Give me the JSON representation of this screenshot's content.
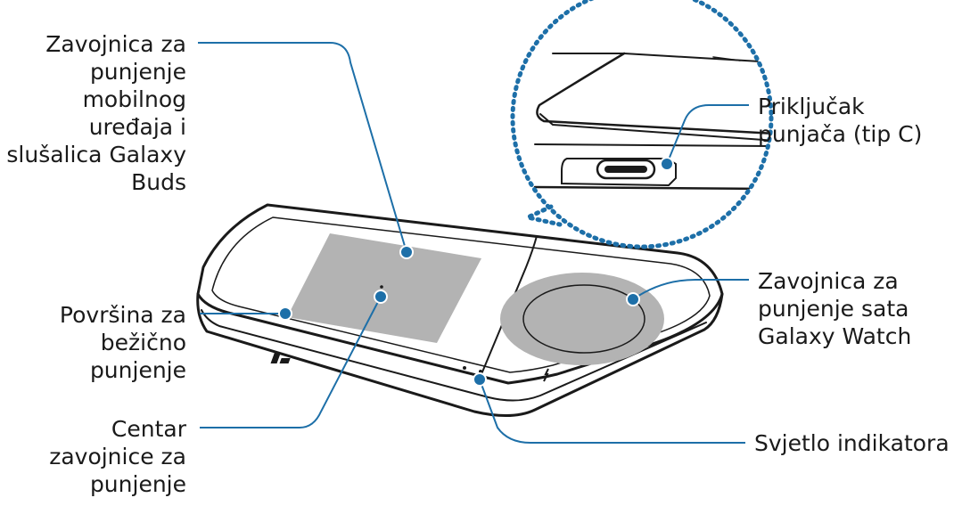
{
  "labels": {
    "coil_phone": [
      "Zavojnica za",
      "punjenje",
      "mobilnog",
      "uređaja i",
      "slušalica Galaxy",
      "Buds"
    ],
    "charging_surface": [
      "Površina za",
      "bežično",
      "punjenje"
    ],
    "coil_center": [
      "Centar",
      "zavojnice za",
      "punjenje"
    ],
    "charger_port": [
      "Priključak",
      "punjača (tip C)"
    ],
    "coil_watch": [
      "Zavojnica za",
      "punjenje sata",
      "Galaxy Watch"
    ],
    "indicator_light": [
      "Svjetlo indikatora"
    ]
  },
  "colors": {
    "callout_line": "#1d6fa8",
    "coil_gray": "#b3b3b3",
    "outline": "#1a1a1a",
    "text": "#1a1a1a"
  }
}
